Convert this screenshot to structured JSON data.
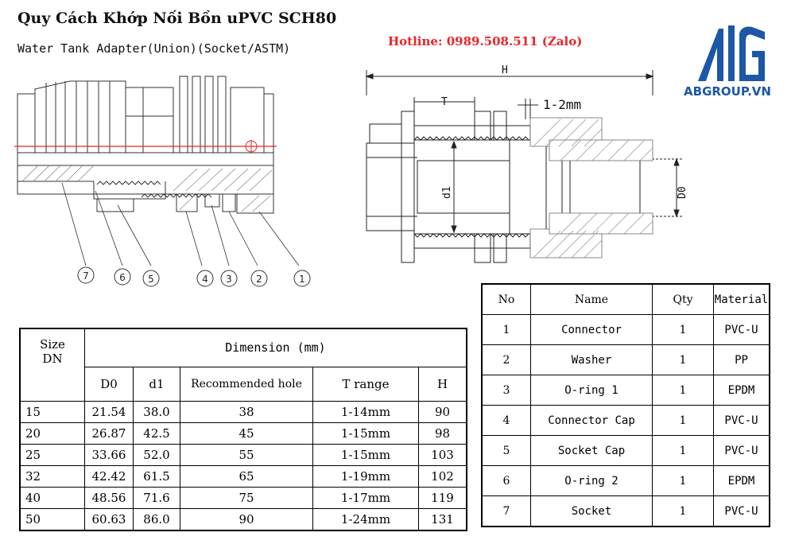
{
  "header": {
    "title": "Quy Cách Khớp Nối Bồn uPVC SCH80",
    "subtitle": "Water Tank Adapter(Union)(Socket/ASTM)",
    "hotline": "Hotline: 0989.508.511 (Zalo)"
  },
  "brand": {
    "name": "ABGROUP.VN",
    "color": "#1c57a8"
  },
  "accent_color": "#e8262a",
  "left_diagram": {
    "callouts": [
      "7",
      "6",
      "5",
      "4",
      "3",
      "2",
      "1"
    ]
  },
  "right_diagram": {
    "labels": {
      "h": "H",
      "t": "T",
      "gap": "1-2mm",
      "d1": "d1",
      "d0": "D0"
    }
  },
  "dimension_table": {
    "size_header": "Size\nDN",
    "group_header": "Dimension (mm)",
    "columns": [
      "D0",
      "d1",
      "Recommended hole",
      "T range",
      "H"
    ],
    "rows": [
      [
        "15",
        "21.54",
        "38.0",
        "38",
        "1-14mm",
        "90"
      ],
      [
        "20",
        "26.87",
        "42.5",
        "45",
        "1-15mm",
        "98"
      ],
      [
        "25",
        "33.66",
        "52.0",
        "55",
        "1-15mm",
        "103"
      ],
      [
        "32",
        "42.42",
        "61.5",
        "65",
        "1-19mm",
        "102"
      ],
      [
        "40",
        "48.56",
        "71.6",
        "75",
        "1-17mm",
        "119"
      ],
      [
        "50",
        "60.63",
        "86.0",
        "90",
        "1-24mm",
        "131"
      ]
    ]
  },
  "material_table": {
    "columns": [
      "No",
      "Name",
      "Qty",
      "Material"
    ],
    "rows": [
      [
        "1",
        "Connector",
        "1",
        "PVC-U"
      ],
      [
        "2",
        "Washer",
        "1",
        "PP"
      ],
      [
        "3",
        "O-ring 1",
        "1",
        "EPDM"
      ],
      [
        "4",
        "Connector Cap",
        "1",
        "PVC-U"
      ],
      [
        "5",
        "Socket Cap",
        "1",
        "PVC-U"
      ],
      [
        "6",
        "O-ring 2",
        "1",
        "EPDM"
      ],
      [
        "7",
        "Socket",
        "1",
        "PVC-U"
      ]
    ]
  }
}
